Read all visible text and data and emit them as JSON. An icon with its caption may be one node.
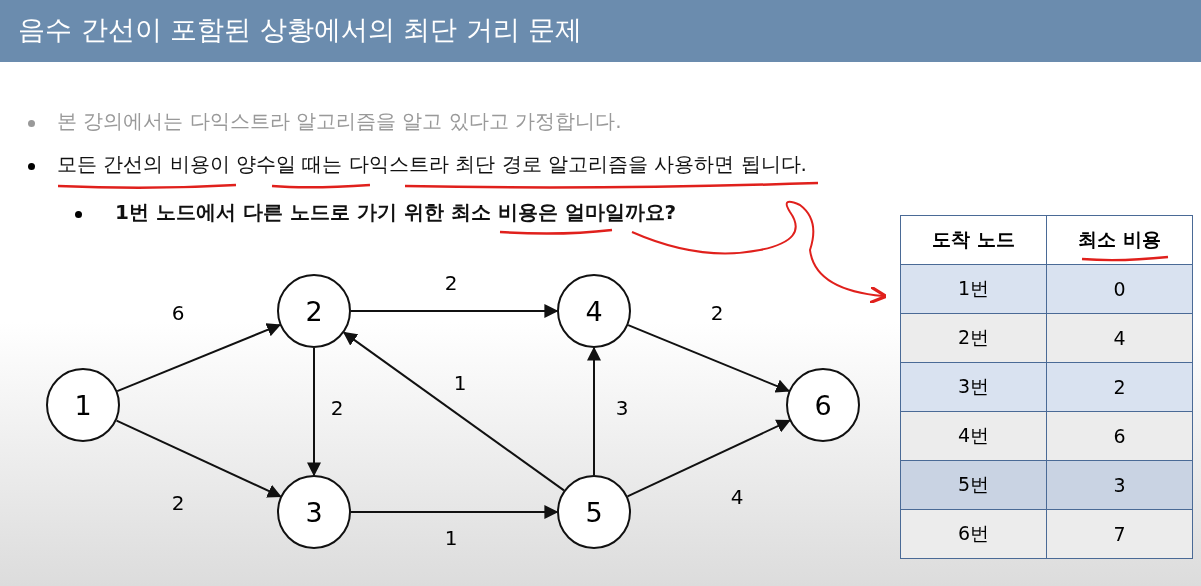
{
  "diagram": {
    "title": "음수 간선이 포함된 상황에서의 최단 거리 문제",
    "nodes": [
      {
        "text": [
          "1"
        ]
      },
      {
        "text": [
          "2"
        ]
      },
      {
        "text": [
          "3"
        ]
      },
      {
        "text": [
          "4"
        ]
      },
      {
        "text": [
          "5"
        ]
      },
      {
        "text": [
          "6"
        ]
      }
    ],
    "edges": [
      {
        "from": 0,
        "to": 1,
        "arrow": "to",
        "label": "6"
      },
      {
        "from": 0,
        "to": 2,
        "arrow": "to",
        "label": "2"
      },
      {
        "from": 1,
        "to": 3,
        "arrow": "to",
        "label": "2"
      },
      {
        "from": 1,
        "to": 2,
        "arrow": "to",
        "label": "2"
      },
      {
        "from": 4,
        "to": 1,
        "arrow": "to",
        "label": "1"
      },
      {
        "from": 2,
        "to": 4,
        "arrow": "to",
        "label": "1"
      },
      {
        "from": 4,
        "to": 3,
        "arrow": "to",
        "label": "3"
      },
      {
        "from": 3,
        "to": 5,
        "arrow": "to",
        "label": "2"
      },
      {
        "from": 4,
        "to": 5,
        "arrow": "to",
        "label": "4"
      }
    ],
    "labels": [
      "본 강의에서는 다익스트라 알고리즘을 알고 있다고 가정합니다.",
      "모든 간선의 비용이 양수일 때는 다익스트라 최단 경로 알고리즘을 사용하면 됩니다.",
      "1번 노드에서 다른 노드로 가기 위한 최소 비용은 얼마일까요?",
      "도착 노드",
      "최소 비용",
      "1번",
      "0",
      "2번",
      "4",
      "3번",
      "2",
      "4번",
      "6",
      "5번",
      "3",
      "6번",
      "7"
    ]
  }
}
